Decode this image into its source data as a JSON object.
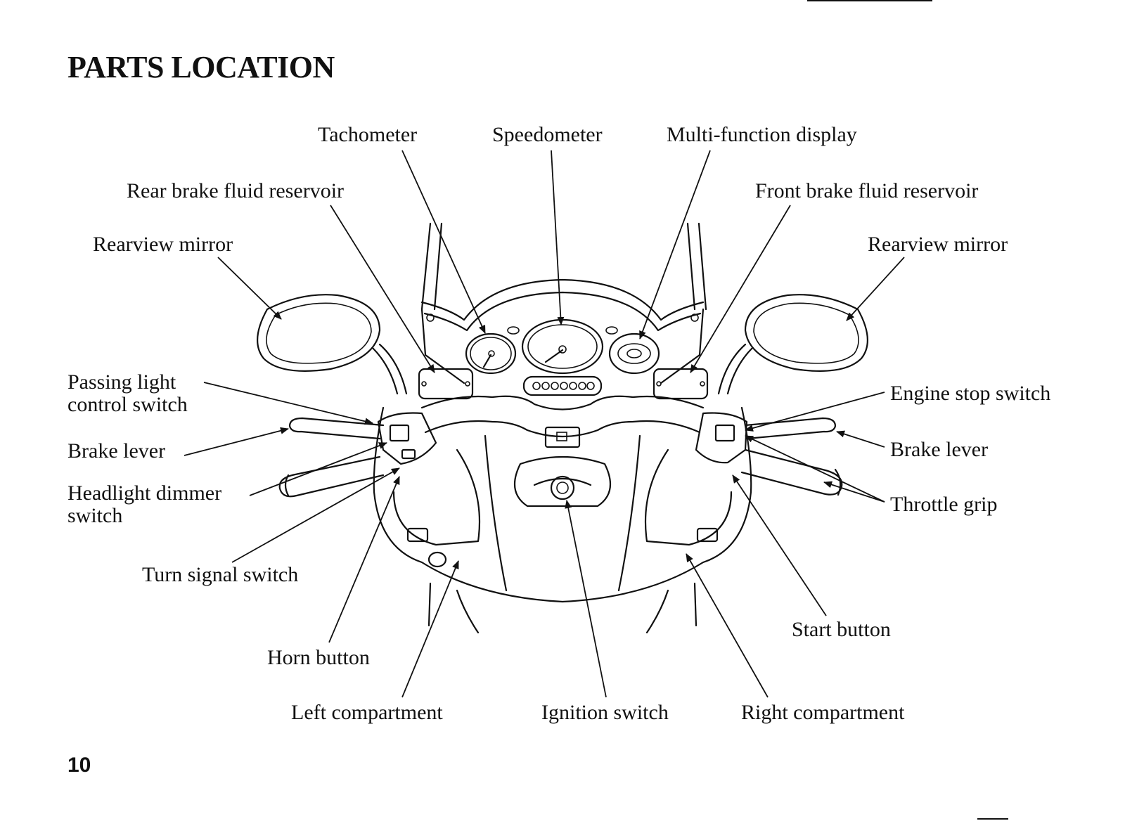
{
  "page": {
    "title": "PARTS LOCATION",
    "page_number": "10"
  },
  "labels": {
    "tachometer": "Tachometer",
    "speedometer": "Speedometer",
    "multi_function_display": "Multi-function display",
    "rear_brake_fluid_reservoir": "Rear brake fluid reservoir",
    "front_brake_fluid_reservoir": "Front brake fluid reservoir",
    "rearview_mirror_left": "Rearview mirror",
    "rearview_mirror_right": "Rearview mirror",
    "passing_light_line1": "Passing light",
    "passing_light_line2": "control switch",
    "brake_lever_left": "Brake lever",
    "headlight_dimmer_line1": "Headlight dimmer",
    "headlight_dimmer_line2": "switch",
    "turn_signal_switch": "Turn signal switch",
    "horn_button": "Horn button",
    "left_compartment": "Left compartment",
    "ignition_switch": "Ignition switch",
    "right_compartment": "Right compartment",
    "start_button": "Start button",
    "engine_stop_switch": "Engine stop switch",
    "brake_lever_right": "Brake lever",
    "throttle_grip": "Throttle grip"
  }
}
